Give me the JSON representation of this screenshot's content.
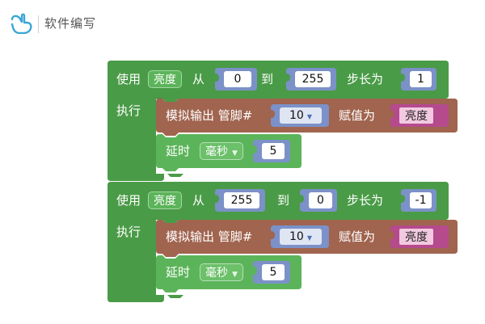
{
  "header": {
    "title": "软件编写"
  },
  "colors": {
    "loop_green": "#4a9b47",
    "analog_brown": "#a0644f",
    "num_blue": "#7b91c8",
    "var_pink": "#b54a8d"
  },
  "blocks": [
    {
      "use_label": "使用",
      "var_name": "亮度",
      "from_label": "从",
      "from_value": "0",
      "to_label": "到",
      "to_value": "255",
      "step_label": "步长为",
      "step_value": "1",
      "do_label": "执行",
      "analog": {
        "label": "模拟输出 管脚#",
        "pin": "10",
        "assign_label": "赋值为",
        "value_var": "亮度"
      },
      "delay": {
        "label": "延时",
        "unit": "毫秒",
        "value": "5"
      }
    },
    {
      "use_label": "使用",
      "var_name": "亮度",
      "from_label": "从",
      "from_value": "255",
      "to_label": "到",
      "to_value": "0",
      "step_label": "步长为",
      "step_value": "-1",
      "do_label": "执行",
      "analog": {
        "label": "模拟输出 管脚#",
        "pin": "10",
        "assign_label": "赋值为",
        "value_var": "亮度"
      },
      "delay": {
        "label": "延时",
        "unit": "毫秒",
        "value": "5"
      }
    }
  ]
}
